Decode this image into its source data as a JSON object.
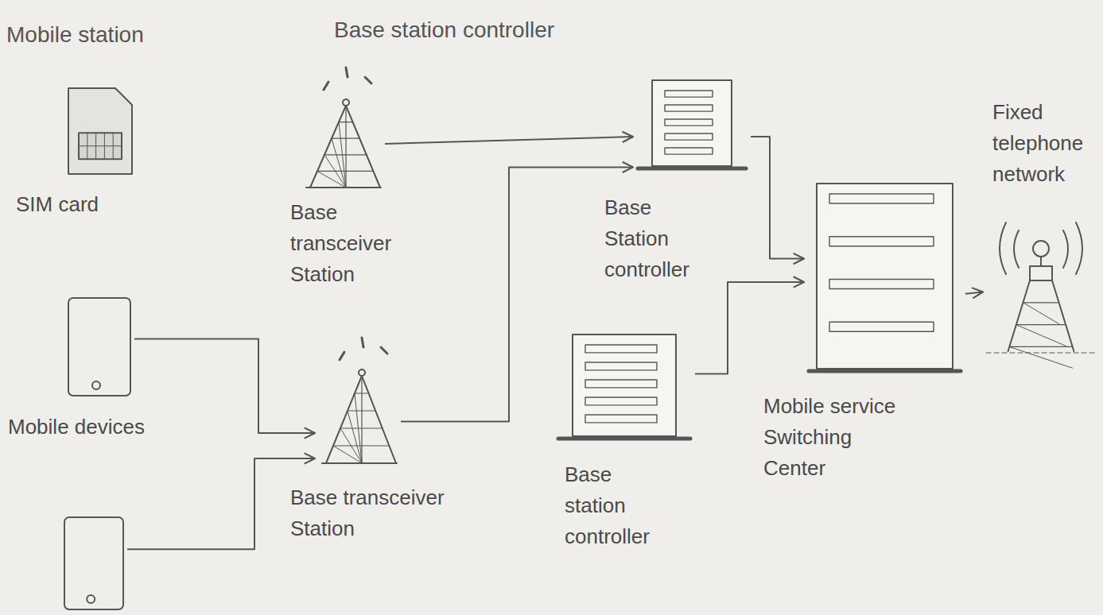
{
  "diagram": {
    "nodes": [
      {
        "text": [
          "SIM card"
        ]
      },
      {
        "text": [
          "Mobile devices"
        ]
      },
      {
        "text": [
          "Base transceiver Station"
        ]
      },
      {
        "text": [
          "Base transceiver Station"
        ]
      },
      {
        "text": [
          "Base Station controller"
        ]
      },
      {
        "text": [
          "Base station controller"
        ]
      },
      {
        "text": [
          "Mobile service Switching Center"
        ]
      },
      {
        "text": [
          "Fixed telephone network"
        ]
      }
    ],
    "edges": [
      {
        "from": 2,
        "to": 4,
        "arrow": "to"
      },
      {
        "from": 1,
        "to": 3,
        "arrow": "to"
      },
      {
        "from": 1,
        "to": 3,
        "arrow": "to"
      },
      {
        "from": 3,
        "to": 4,
        "arrow": "to"
      },
      {
        "from": 4,
        "to": 6,
        "arrow": "to"
      },
      {
        "from": 5,
        "to": 6,
        "arrow": "to"
      },
      {
        "from": 6,
        "to": 7,
        "arrow": "to"
      }
    ],
    "labels": [
      "Mobile station",
      "Base station controller"
    ]
  }
}
